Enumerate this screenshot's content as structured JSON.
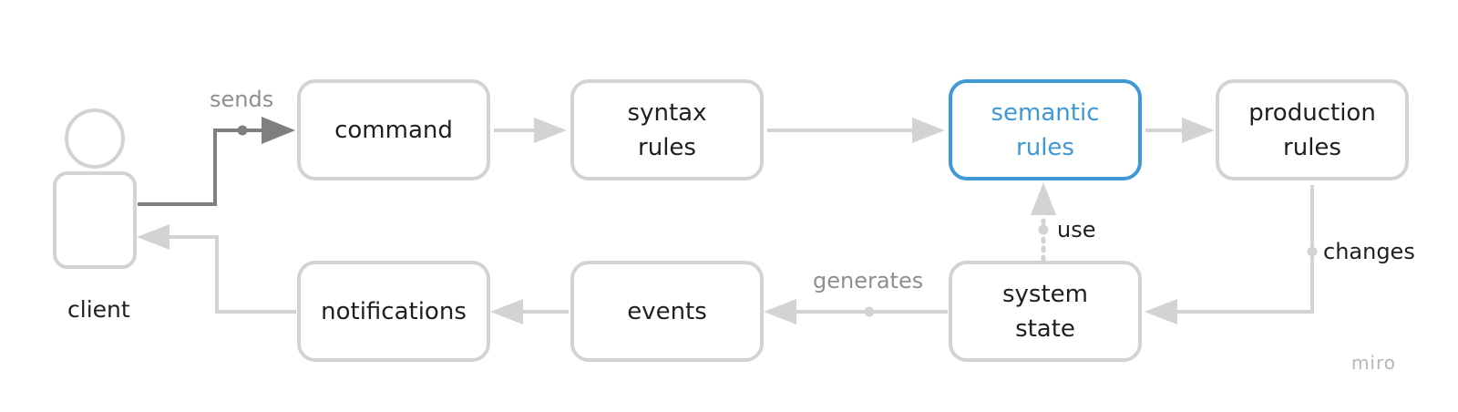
{
  "nodes": {
    "command": "command",
    "syntax_rules": "syntax\nrules",
    "semantic_rules": "semantic\nrules",
    "production_rules": "production\nrules",
    "notifications": "notifications",
    "events": "events",
    "system_state": "system\nstate"
  },
  "actor": {
    "label": "client"
  },
  "edge_labels": {
    "sends": "sends",
    "use": "use",
    "changes": "changes",
    "generates": "generates"
  },
  "watermark": "miro",
  "colors": {
    "box_border": "#d3d3d3",
    "highlight": "#3f98d6",
    "connector": "#d3d3d3",
    "connector_dark": "#7f7f7f",
    "text": "#1f1f1f",
    "label_muted": "#8f8f8f"
  }
}
